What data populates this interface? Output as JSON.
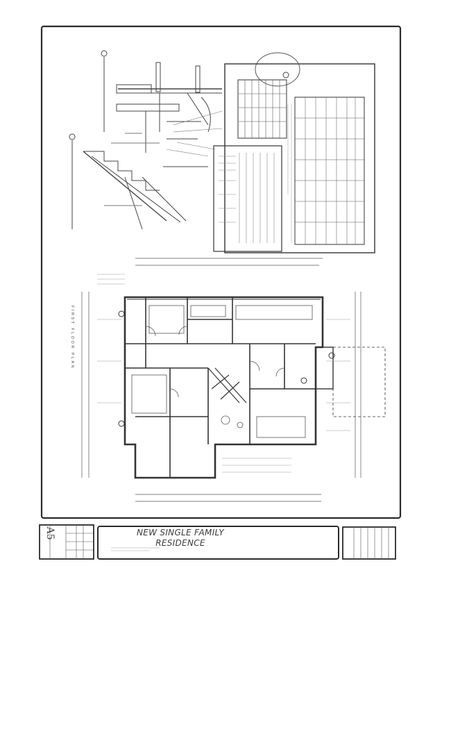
{
  "title_block": {
    "project_title_line1": "NEW SINGLE FAMILY",
    "project_title_line2": "RESIDENCE",
    "sheet_number": "A5"
  },
  "views": {
    "floor_plan_label": "FIRST FLOOR PLAN"
  }
}
